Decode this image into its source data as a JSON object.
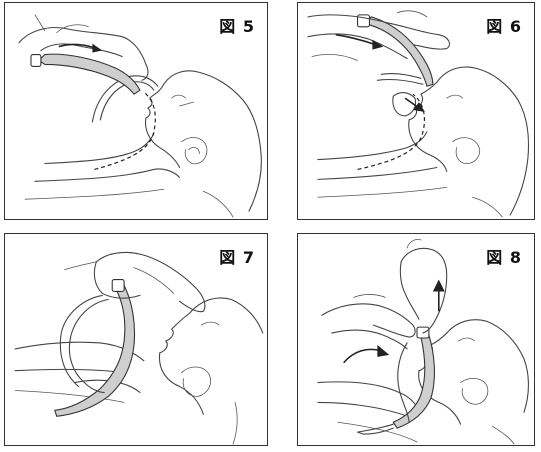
{
  "figures": [
    {
      "id": "p5",
      "label": "図 5"
    },
    {
      "id": "p6",
      "label": "図 6"
    },
    {
      "id": "p7",
      "label": "図 7"
    },
    {
      "id": "p8",
      "label": "図 8"
    }
  ]
}
